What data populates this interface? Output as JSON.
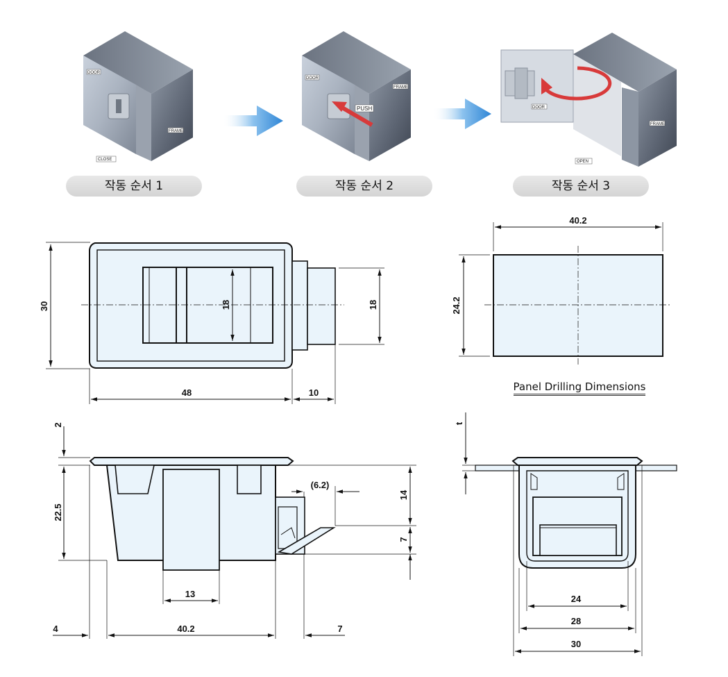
{
  "steps": {
    "step1": {
      "caption": "작동 순서 1",
      "labels": {
        "door": "DOOR",
        "frame": "FRAME",
        "state": "CLOSE"
      }
    },
    "step2": {
      "caption": "작동 순서 2",
      "labels": {
        "door": "DOOR",
        "frame": "FRAME",
        "action": "PUSH"
      }
    },
    "step3": {
      "caption": "작동 순서 3",
      "labels": {
        "door": "DOOR",
        "frame": "FRAME",
        "state": "OPEN"
      }
    }
  },
  "front_view": {
    "height": "30",
    "inner_height": "18",
    "nose_height": "18",
    "width": "48",
    "nose_length": "10"
  },
  "panel_cutout": {
    "width": "40.2",
    "height": "24.2",
    "caption": "Panel Drilling Dimensions"
  },
  "side_view": {
    "flange": "2",
    "body_depth": "22.5",
    "offset": "(6.2)",
    "upper": "14",
    "lower": "7",
    "button_width": "13",
    "left": "4",
    "body_length": "40.2",
    "right": "7"
  },
  "end_view": {
    "thickness": "t",
    "inner": "24",
    "middle": "28",
    "outer": "30"
  },
  "colors": {
    "fill": "#eaf4fb",
    "line": "#111111",
    "arrow_blue": "#3a8fd8",
    "rotate_red": "#d83a3a",
    "pill_bg": "#dedede"
  }
}
